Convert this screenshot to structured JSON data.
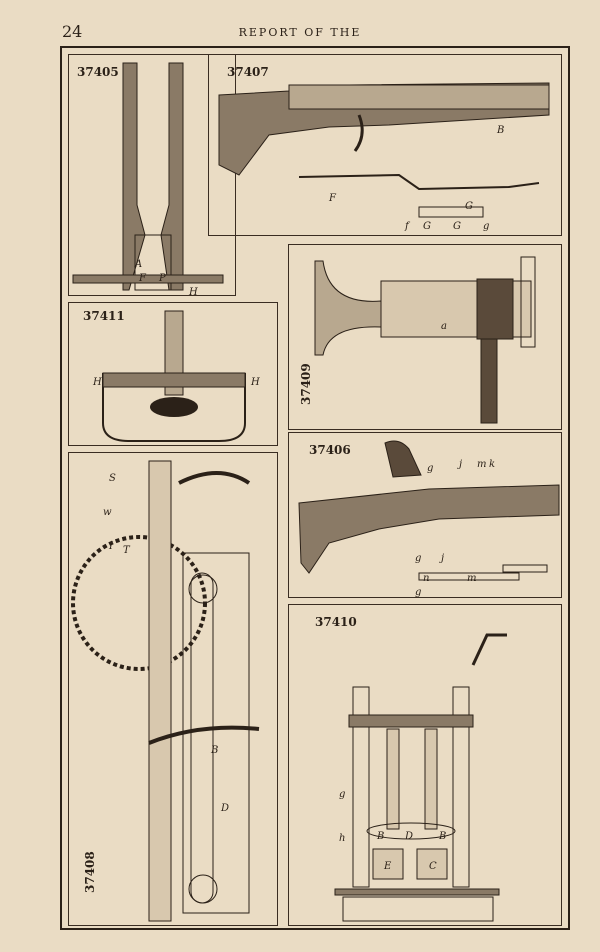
{
  "page": {
    "number": "24",
    "running_head": "REPORT OF THE"
  },
  "figures": {
    "f37405": {
      "id": "37405",
      "labels": [
        "A",
        "F",
        "P",
        "H"
      ]
    },
    "f37407": {
      "id": "37407",
      "labels": [
        "B",
        "F",
        "f",
        "G",
        "G",
        "G",
        "g"
      ]
    },
    "f37411": {
      "id": "37411",
      "labels": [
        "H",
        "H"
      ]
    },
    "f37409": {
      "id": "37409",
      "labels": [
        "a"
      ]
    },
    "f37406": {
      "id": "37406",
      "labels": [
        "g",
        "j",
        "m",
        "k",
        "g",
        "j",
        "n",
        "m",
        "g"
      ]
    },
    "f37408": {
      "id": "37408",
      "labels": [
        "S",
        "w",
        "I",
        "T",
        "B",
        "D"
      ]
    },
    "f37410": {
      "id": "37410",
      "labels": [
        "g",
        "h",
        "B",
        "D",
        "B",
        "E",
        "C"
      ]
    }
  }
}
